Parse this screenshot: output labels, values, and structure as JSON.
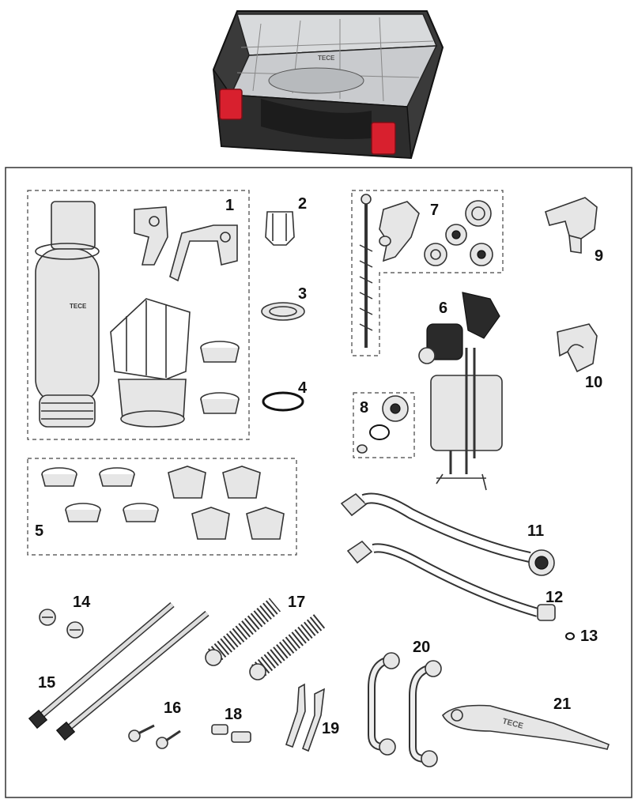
{
  "case_logo": "TECE",
  "labels": {
    "p1": "1",
    "p2": "2",
    "p3": "3",
    "p4": "4",
    "p5": "5",
    "p6": "6",
    "p7": "7",
    "p8": "8",
    "p9": "9",
    "p10": "10",
    "p11": "11",
    "p12": "12",
    "p13": "13",
    "p14": "14",
    "p15": "15",
    "p16": "16",
    "p17": "17",
    "p18": "18",
    "p19": "19",
    "p20": "20",
    "p21": "21"
  },
  "tool_logo": "TECE",
  "valve_logo": "TECE"
}
